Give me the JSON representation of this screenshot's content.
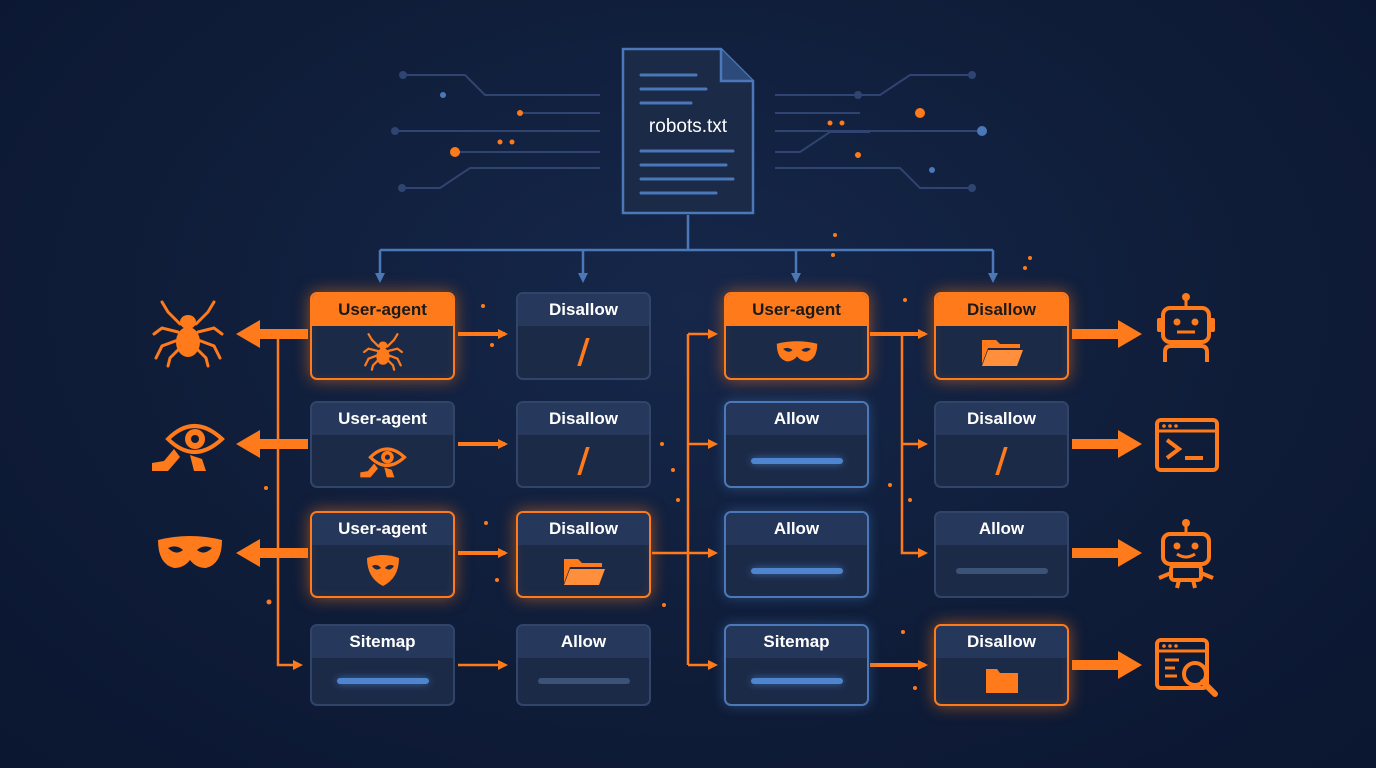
{
  "file": {
    "name": "robots.txt"
  },
  "nodes": {
    "ua1": "User-agent",
    "ua2": "User-agent",
    "ua3": "User-agent",
    "sm1": "Sitemap",
    "d1": "Disallow",
    "d2": "Disallow",
    "d3": "Disallow",
    "a1": "Allow",
    "ua4": "User-agent",
    "a2": "Allow",
    "a3": "Allow",
    "sm2": "Sitemap",
    "d4": "Disallow",
    "d5": "Disallow",
    "a4": "Allow",
    "d6": "Disallow"
  },
  "path": {
    "root": "/"
  },
  "icons": {
    "left": [
      "spider-icon",
      "eye-crawler-icon",
      "mask-icon"
    ],
    "right": [
      "robot-icon",
      "terminal-icon",
      "robot-icon",
      "search-window-icon"
    ]
  },
  "colors": {
    "accent": "#ff7a1a",
    "blue": "#4a78b8",
    "background": "#0f1d39"
  }
}
